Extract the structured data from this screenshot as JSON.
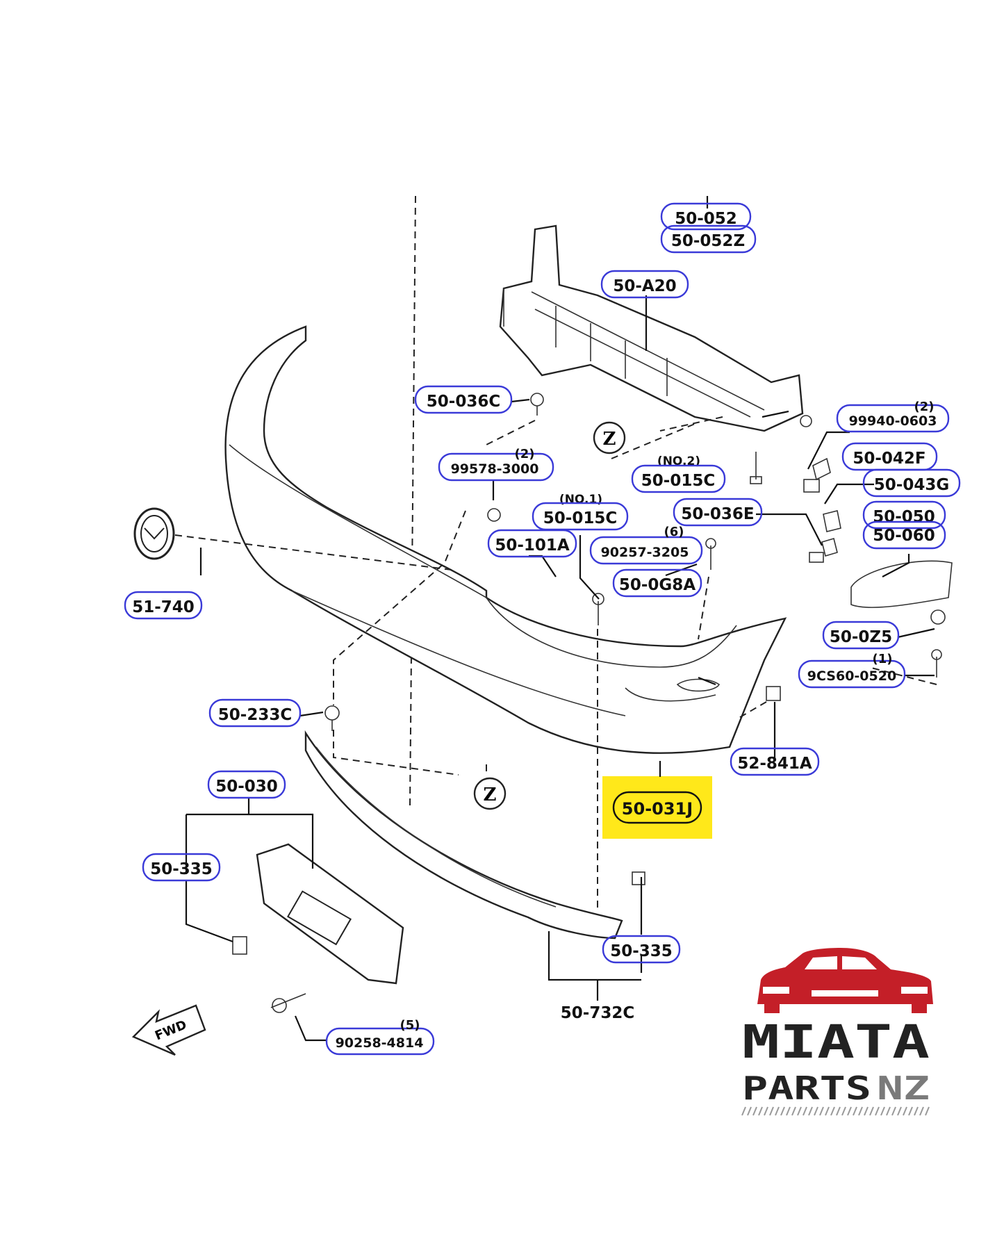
{
  "colors": {
    "highlight": "#ffe81a",
    "label_oval": "#3a3ad8",
    "logo_red": "#c41f28",
    "logo_dark": "#222222",
    "logo_gray": "#7a7a7a"
  },
  "callouts": {
    "p50_052": "50-052",
    "p50_052z": "50-052Z",
    "p50_a20": "50-A20",
    "p50_036c": "50-036C",
    "p99940_0603": "99940-0603",
    "p99940_0603_qty": "(2)",
    "p50_015c_no2_note": "(NO.2)",
    "p50_015c_no2": "50-015C",
    "p50_042f": "50-042F",
    "p50_043g": "50-043G",
    "p99578_3000": "99578-3000",
    "p99578_3000_qty": "(2)",
    "p50_015c_no1_note": "(NO.1)",
    "p50_015c_no1": "50-015C",
    "p50_036e": "50-036E",
    "p50_050": "50-050",
    "p50_060": "50-060",
    "p50_101a": "50-101A",
    "p90257_3205_qty": "(6)",
    "p90257_3205": "90257-3205",
    "p50_0g8a": "50-0G8A",
    "p51_740": "51-740",
    "p50_0z5": "50-0Z5",
    "p9cs60_0520_qty": "(1)",
    "p9cs60_0520": "9CS60-0520",
    "p50_233c": "50-233C",
    "p52_841a": "52-841A",
    "p50_031j": "50-031J",
    "p50_030": "50-030",
    "p50_335_left": "50-335",
    "p50_335_right": "50-335",
    "p50_732c": "50-732C",
    "p90258_4814_qty": "(5)",
    "p90258_4814": "90258-4814",
    "fwd": "FWD",
    "z_marker": "Z"
  },
  "logo": {
    "line1": "MIATA",
    "line2a": "PARTS",
    "line2b": "NZ"
  }
}
